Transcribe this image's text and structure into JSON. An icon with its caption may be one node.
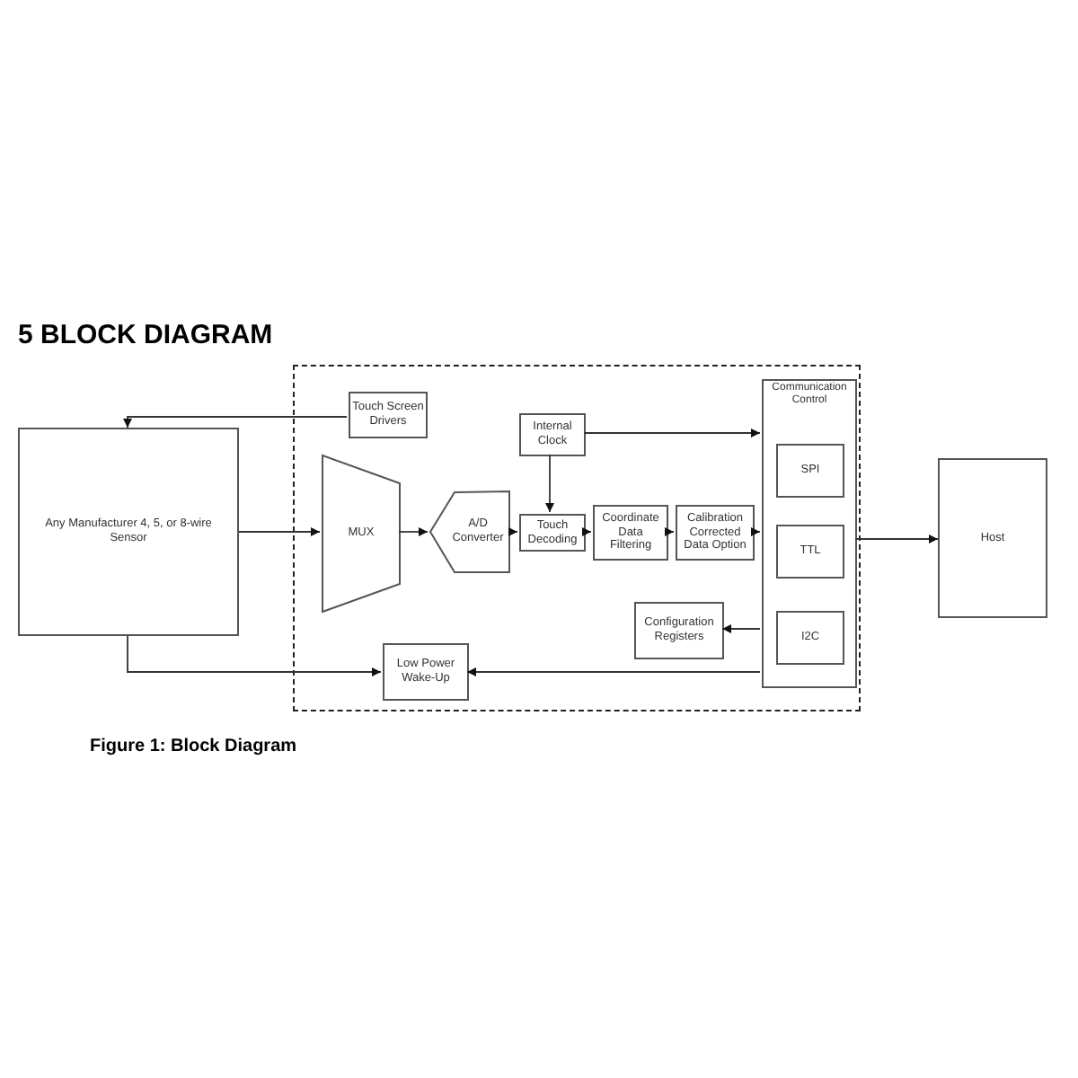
{
  "diagram": {
    "title": "5 BLOCK DIAGRAM",
    "caption": "Figure 1: Block Diagram",
    "nodes": [
      {
        "text": [],
        "shape": "box"
      },
      {
        "text": [
          "Any Manufacturer 4, 5, or 8-wire Sensor"
        ]
      },
      {
        "text": [
          "Touch Screen Drivers"
        ],
        "in": 0
      },
      {
        "text": [
          "MUX"
        ],
        "in": 0
      },
      {
        "text": [
          "A/D Converter"
        ],
        "in": 0
      },
      {
        "text": [
          "Internal Clock"
        ],
        "in": 0
      },
      {
        "text": [
          "Touch Decoding"
        ],
        "in": 0
      },
      {
        "text": [
          "Coordinate Data Filtering"
        ],
        "in": 0
      },
      {
        "text": [
          "Calibration Corrected Data Option"
        ],
        "in": 0
      },
      {
        "text": [
          "Communication Control"
        ],
        "in": 0
      },
      {
        "text": [
          "SPI"
        ],
        "in": 9
      },
      {
        "text": [
          "TTL"
        ],
        "in": 9
      },
      {
        "text": [
          "I2C"
        ],
        "in": 9
      },
      {
        "text": [
          "Configuration Registers"
        ],
        "in": 0
      },
      {
        "text": [
          "Low Power Wake-Up"
        ],
        "in": 0
      },
      {
        "text": [
          "Host"
        ]
      }
    ],
    "edges": [
      {
        "from": 2,
        "to": 1,
        "arrow": "to"
      },
      {
        "from": 1,
        "to": 3,
        "arrow": "to"
      },
      {
        "from": 3,
        "to": 4,
        "arrow": "to"
      },
      {
        "from": 4,
        "to": 6,
        "arrow": "to"
      },
      {
        "from": 5,
        "to": 6,
        "arrow": "to"
      },
      {
        "from": 5,
        "to": 9,
        "arrow": "to"
      },
      {
        "from": 6,
        "to": 7,
        "arrow": "to"
      },
      {
        "from": 7,
        "to": 8,
        "arrow": "to"
      },
      {
        "from": 8,
        "to": 9,
        "arrow": "to"
      },
      {
        "from": 9,
        "to": 15,
        "arrow": "to"
      },
      {
        "from": 9,
        "to": 13,
        "arrow": "to"
      },
      {
        "from": 9,
        "to": 14,
        "arrow": "to"
      },
      {
        "from": 1,
        "to": 14,
        "arrow": "to"
      }
    ]
  }
}
